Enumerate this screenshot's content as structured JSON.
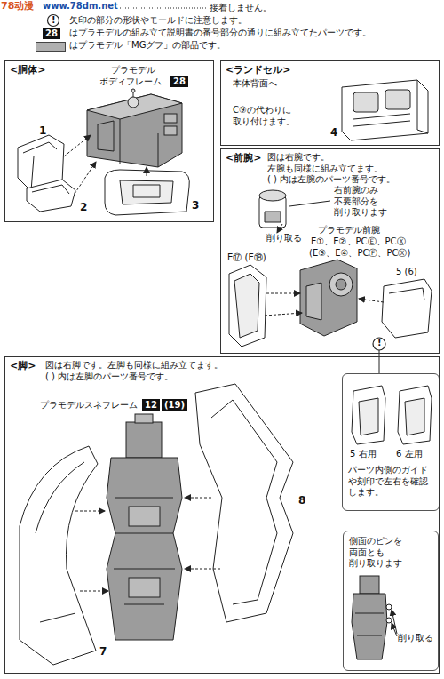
{
  "diagram": {
    "nodes": [
      {
        "text": [
          "<胴体>"
        ]
      },
      {
        "text": [
          "<ランドセル>"
        ]
      },
      {
        "text": [
          "<前腕>",
          "図は右腕です。 左腕も同様に組み立てます。 ( ) 内は左腕のパーツ番号です。"
        ]
      },
      {
        "text": [
          "5 右用",
          "6 左用",
          "パーツ内側のガイドや刻印で左右を確認します。"
        ]
      },
      {
        "text": [
          "<脚>",
          "図は右脚です。左脚も同様に組み立てます。 ( ) 内は左脚のパーツ番号です。"
        ]
      },
      {
        "text": [
          "側面のピンを 両面とも 削り取ります"
        ],
        "in": 4
      }
    ],
    "labels": [
      "78动漫",
      "www.78dm.net",
      "!",
      "28",
      "プラモデル",
      "ボディフレーム",
      "28",
      "1",
      "2",
      "3",
      "本体背面へ",
      "C⑨の代わりに 取り付けます。",
      "4",
      "右前腕のみ 不要部分を 削り取ります",
      "削り取る",
      "プラモデル前腕",
      "E①、E②、PCⒺ、PCⓍ",
      "(E③、E④、PCⒻ、PCⓍ)",
      "E⑰ (E⑱)",
      "5 (6)",
      "!",
      "プラモデルスネフレーム",
      "12",
      "(19)",
      "8",
      "7",
      "削り取る"
    ],
    "legend": [
      {
        "text": "接着しません。"
      },
      {
        "text": "矢印の部分の形状やモールドに注意します。"
      },
      {
        "text": "はプラモデルの組み立て説明書の番号部分の通りに組み立てたパーツです。"
      },
      {
        "text": "はプラモデル「MGグフ」の部品です。",
        "color": "#b0b0b0"
      }
    ]
  }
}
